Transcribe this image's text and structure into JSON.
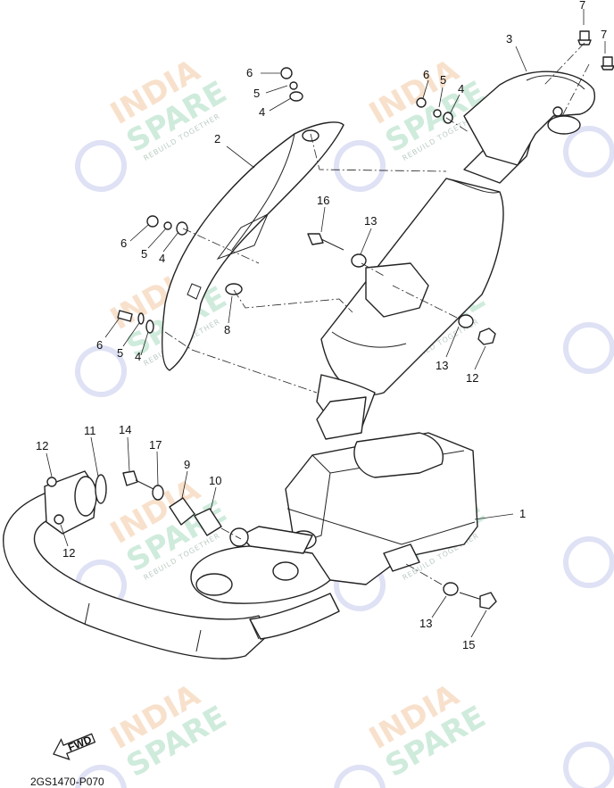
{
  "diagram": {
    "ref_code": "2GS1470-P070",
    "fwd_label": "FWD",
    "callouts": {
      "p1": "1",
      "p2": "2",
      "p3": "3",
      "p4a": "4",
      "p4b": "4",
      "p4c": "4",
      "p4d": "4",
      "p5a": "5",
      "p5b": "5",
      "p5c": "5",
      "p5d": "5",
      "p6a": "6",
      "p6b": "6",
      "p6c": "6",
      "p6d": "6",
      "p7a": "7",
      "p7b": "7",
      "p8": "8",
      "p9": "9",
      "p10": "10",
      "p11": "11",
      "p12a": "12",
      "p12b": "12",
      "p12c": "12",
      "p13a": "13",
      "p13b": "13",
      "p13c": "13",
      "p14": "14",
      "p15": "15",
      "p16": "16",
      "p17": "17"
    }
  },
  "watermark": {
    "line1": "INDIA",
    "line2": "SPARE",
    "tagline": "REBUILD TOGETHER",
    "orange": "#f3c9a4",
    "green": "#a9dbc0",
    "blue": "#c9cdee"
  }
}
